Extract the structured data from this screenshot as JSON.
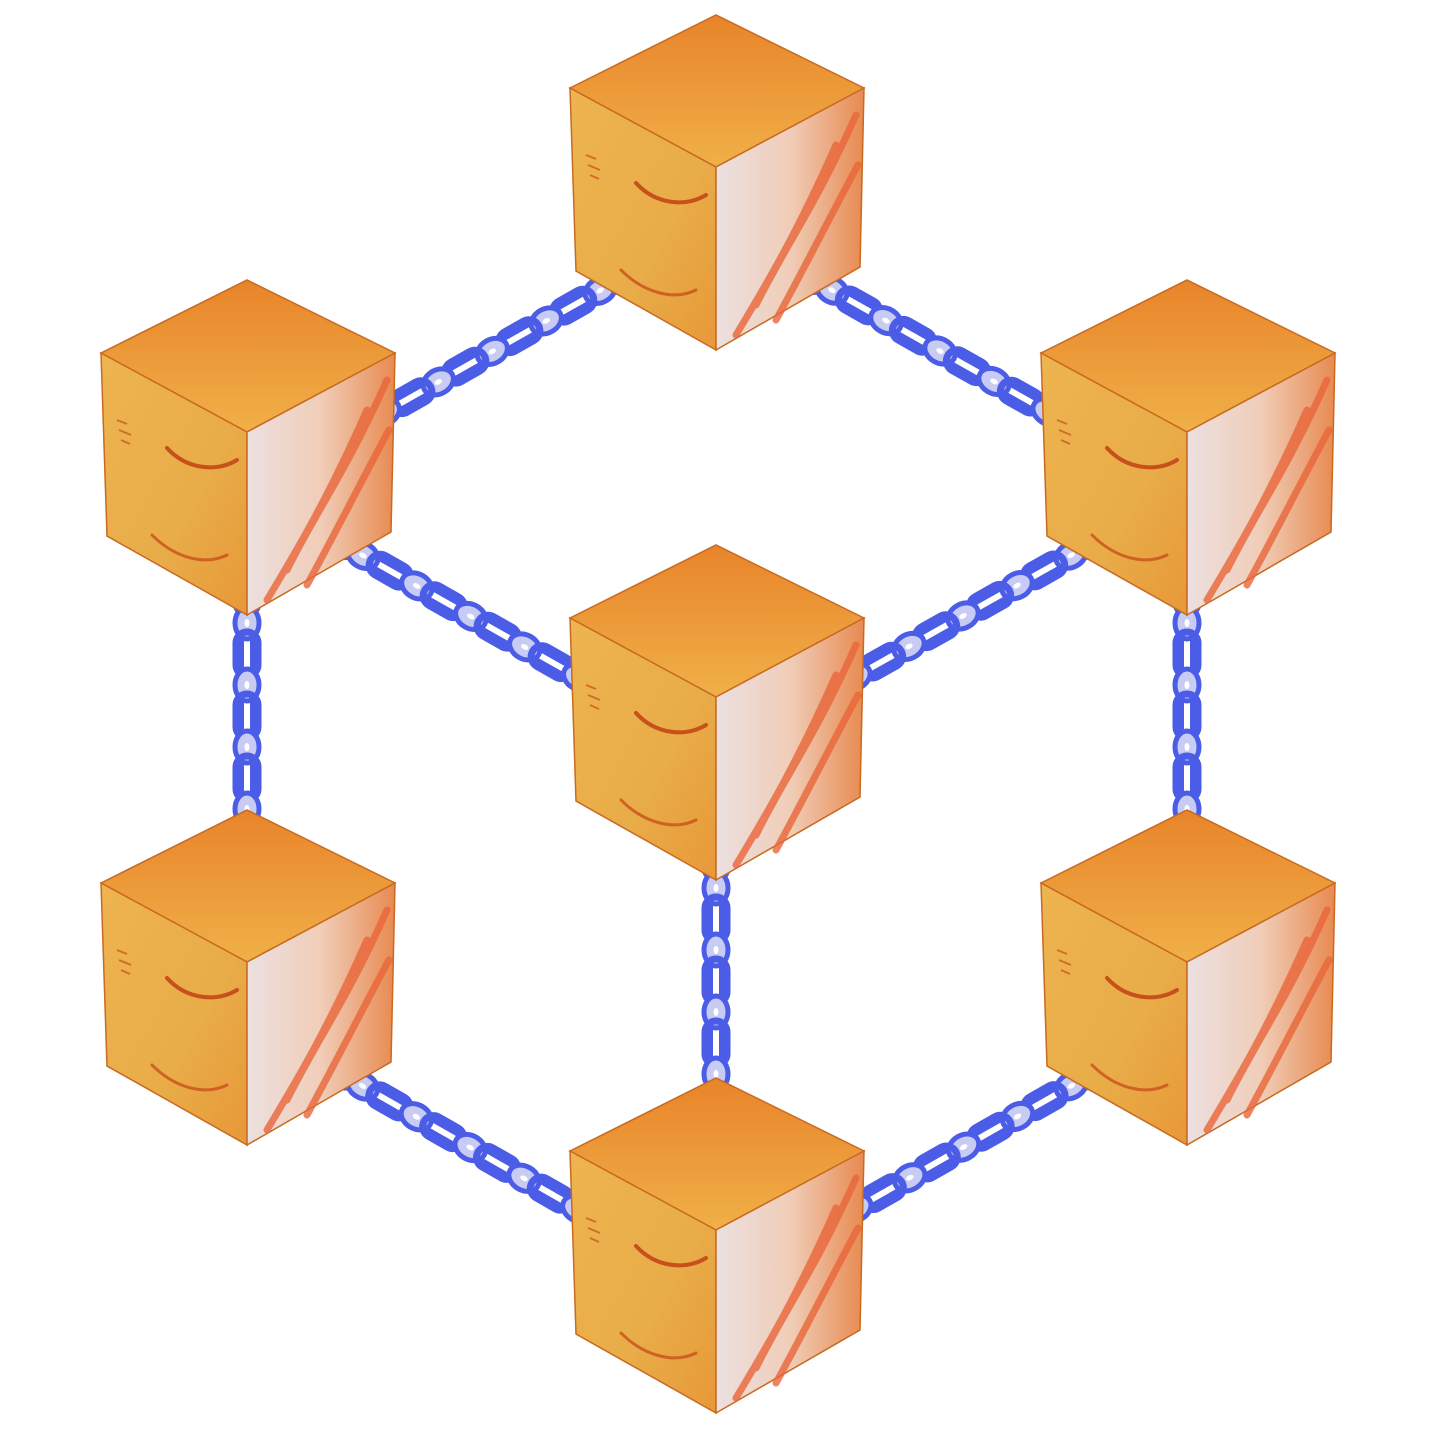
{
  "diagram": {
    "description_visible_text": "",
    "colors": {
      "background": "#ffffff",
      "cube_top": "#f0a040",
      "cube_front": "#e8b050",
      "cube_side": "#f2d2c0",
      "cube_side_streak": "#e8653a",
      "cube_edge": "#c86a20",
      "chain": "#4b5de6",
      "chain_highlight": "#c8ccf5"
    },
    "icons": [
      "cube-icon",
      "chain-link-icon"
    ],
    "nodes": [
      {
        "id": "top"
      },
      {
        "id": "upper-left"
      },
      {
        "id": "upper-right"
      },
      {
        "id": "center"
      },
      {
        "id": "lower-left"
      },
      {
        "id": "lower-right"
      },
      {
        "id": "bottom"
      }
    ],
    "links": [
      [
        "top",
        "upper-left"
      ],
      [
        "top",
        "upper-right"
      ],
      [
        "upper-left",
        "center"
      ],
      [
        "upper-right",
        "center"
      ],
      [
        "upper-left",
        "lower-left"
      ],
      [
        "upper-right",
        "lower-right"
      ],
      [
        "center",
        "bottom"
      ],
      [
        "lower-left",
        "bottom"
      ],
      [
        "lower-right",
        "bottom"
      ]
    ]
  }
}
